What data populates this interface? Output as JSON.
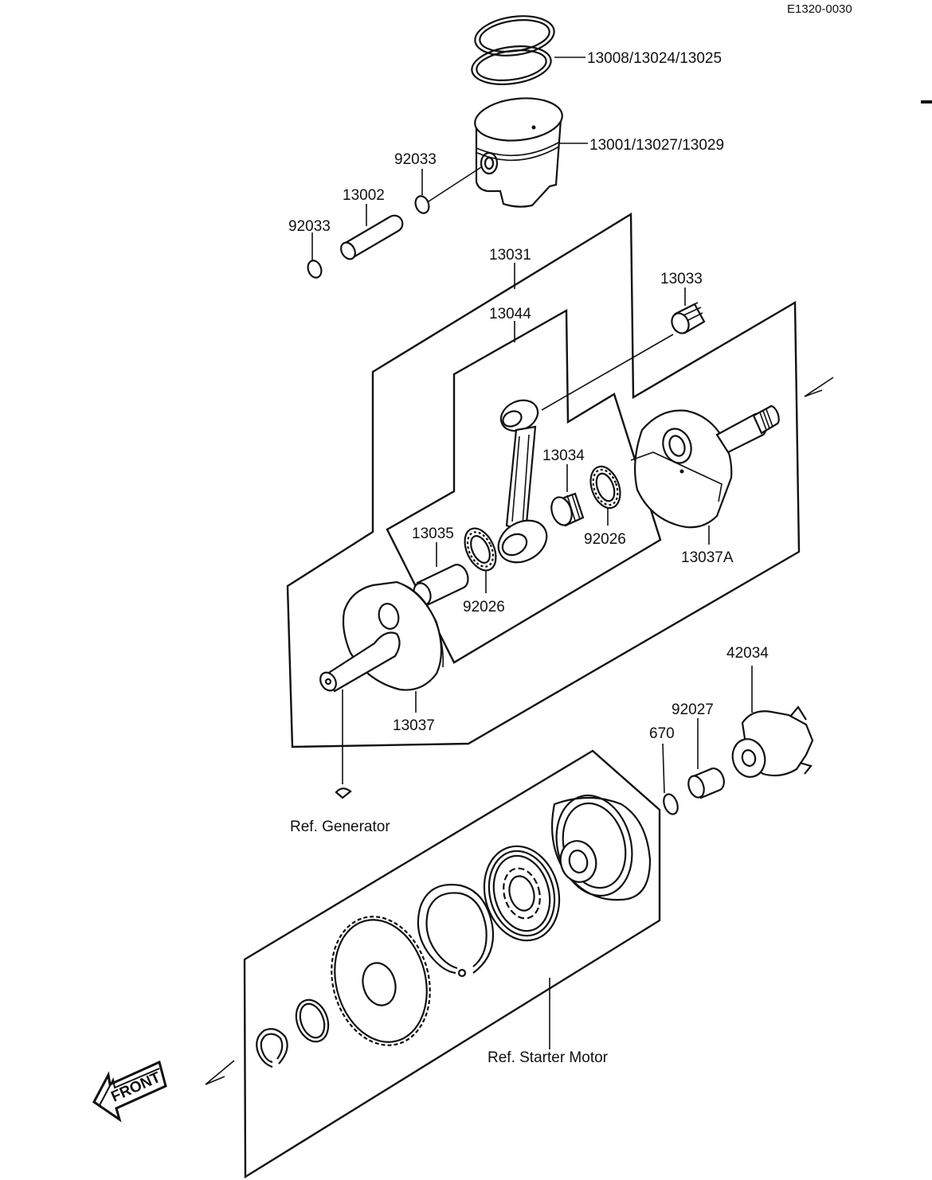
{
  "diagram_code": "E1320-0030",
  "callouts": {
    "piston_rings": "13008/13024/13025",
    "piston": "13001/13027/13029",
    "circlip_upper": "92033",
    "piston_pin": "13002",
    "circlip_lower": "92033",
    "crankshaft_assy": "13031",
    "small_end_bearing": "13033",
    "connecting_rod": "13044",
    "big_end_bearing": "13034",
    "washer_right": "92026",
    "crankpin": "13035",
    "washer_left": "92026",
    "flywheel_right": "13037A",
    "flywheel_left": "13037",
    "drive_hub": "42034",
    "bushing": "92027",
    "circlip_670": "670"
  },
  "references": {
    "generator": "Ref. Generator",
    "starter_motor": "Ref. Starter Motor"
  },
  "front_arrow": "FRONT"
}
